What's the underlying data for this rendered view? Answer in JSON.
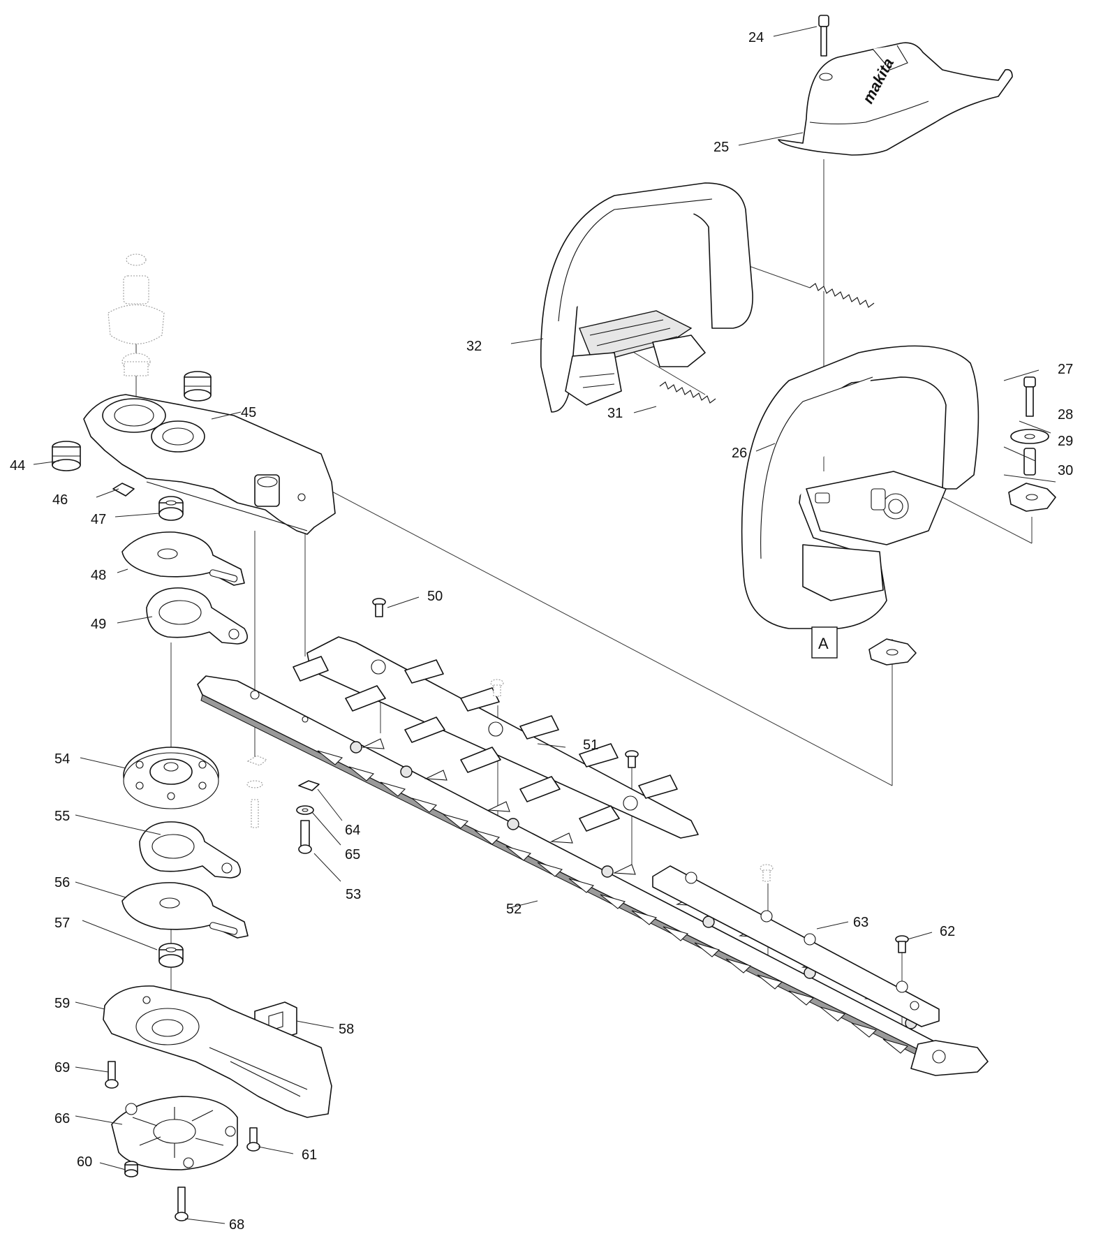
{
  "callouts": [
    {
      "id": "24",
      "text": "24"
    },
    {
      "id": "25",
      "text": "25"
    },
    {
      "id": "26",
      "text": "26"
    },
    {
      "id": "27",
      "text": "27"
    },
    {
      "id": "28",
      "text": "28"
    },
    {
      "id": "29",
      "text": "29"
    },
    {
      "id": "30",
      "text": "30"
    },
    {
      "id": "31",
      "text": "31"
    },
    {
      "id": "32",
      "text": "32"
    },
    {
      "id": "44",
      "text": "44"
    },
    {
      "id": "45",
      "text": "45"
    },
    {
      "id": "46",
      "text": "46"
    },
    {
      "id": "47",
      "text": "47"
    },
    {
      "id": "48",
      "text": "48"
    },
    {
      "id": "49",
      "text": "49"
    },
    {
      "id": "50",
      "text": "50"
    },
    {
      "id": "51",
      "text": "51"
    },
    {
      "id": "52",
      "text": "52"
    },
    {
      "id": "53",
      "text": "53"
    },
    {
      "id": "54",
      "text": "54"
    },
    {
      "id": "55",
      "text": "55"
    },
    {
      "id": "56",
      "text": "56"
    },
    {
      "id": "57",
      "text": "57"
    },
    {
      "id": "58",
      "text": "58"
    },
    {
      "id": "59",
      "text": "59"
    },
    {
      "id": "60",
      "text": "60"
    },
    {
      "id": "61",
      "text": "61"
    },
    {
      "id": "62",
      "text": "62"
    },
    {
      "id": "63",
      "text": "63"
    },
    {
      "id": "64",
      "text": "64"
    },
    {
      "id": "65",
      "text": "65"
    },
    {
      "id": "66",
      "text": "66"
    },
    {
      "id": "68",
      "text": "68"
    },
    {
      "id": "69",
      "text": "69"
    }
  ],
  "reference_box": "A",
  "logo_text": "makita"
}
